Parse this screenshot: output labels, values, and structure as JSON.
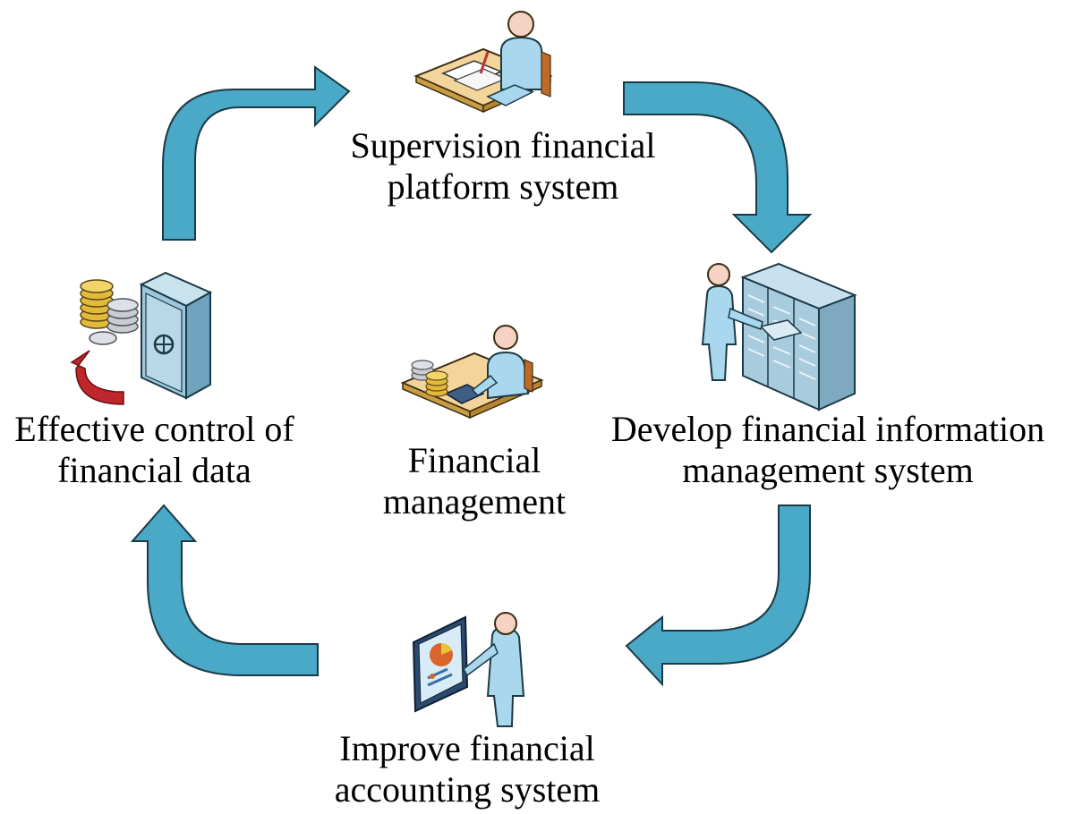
{
  "colors": {
    "arrow_fill": "#4AA9C6",
    "arrow_stroke": "#1B3A46",
    "person_fill": "#A9D8EE",
    "desk_fill": "#F3D49A",
    "coin_gold": "#E2B93B",
    "coin_silver": "#C9CDD2",
    "safe_fill": "#9CC7DC",
    "server_fill": "#A8CBDD",
    "red_arrow": "#C0272D"
  },
  "nodes": {
    "supervision": {
      "icon": "person-at-desk-writing-icon",
      "line1": "Supervision financial",
      "line2": "platform system"
    },
    "develop": {
      "icon": "person-at-server-racks-icon",
      "line1": "Develop financial information",
      "line2": "management system"
    },
    "improve": {
      "icon": "person-presenting-chart-icon",
      "line1": "Improve financial",
      "line2": "accounting system"
    },
    "effective": {
      "icon": "coins-and-safe-icon",
      "line1": "Effective control of",
      "line2": "financial data"
    },
    "center": {
      "icon": "person-with-calculator-and-coins-icon",
      "line1": "Financial",
      "line2": "management"
    }
  }
}
